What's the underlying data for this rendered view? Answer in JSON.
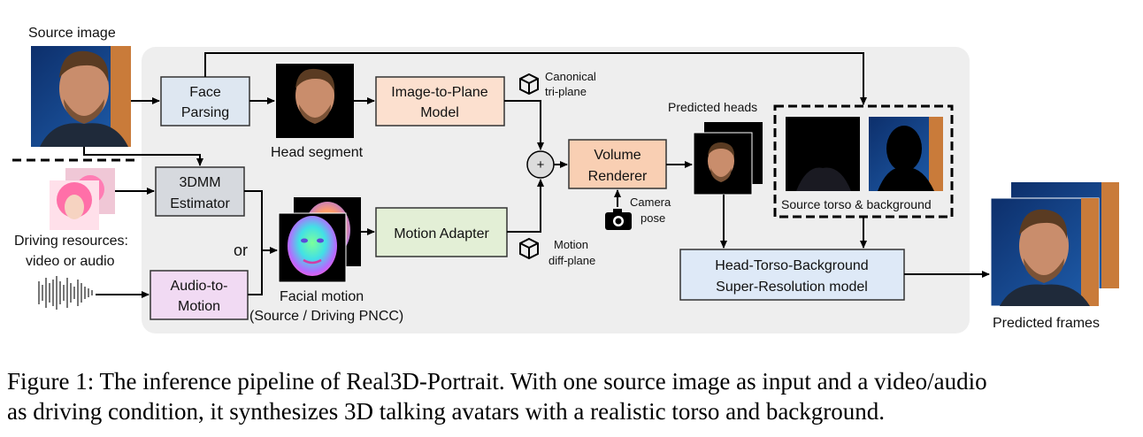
{
  "labels": {
    "source_image": "Source image",
    "head_segment": "Head segment",
    "canonical_1": "Canonical",
    "canonical_2": "tri-plane",
    "predicted_heads": "Predicted heads",
    "camera_1": "Camera",
    "camera_2": "pose",
    "motion_1": "Motion",
    "motion_2": "diff-plane",
    "driving_1": "Driving resources:",
    "driving_2": "video or audio",
    "or": "or",
    "facial_1": "Facial motion",
    "facial_2": "(Source / Driving PNCC)",
    "source_torso": "Source torso & background",
    "predicted_frames": "Predicted frames",
    "plus": "+"
  },
  "boxes": {
    "face_parsing_1": "Face",
    "face_parsing_2": "Parsing",
    "image_to_plane_1": "Image-to-Plane",
    "image_to_plane_2": "Model",
    "volume_renderer_1": "Volume",
    "volume_renderer_2": "Renderer",
    "estimator_1": "3DMM",
    "estimator_2": "Estimator",
    "motion_adapter": "Motion Adapter",
    "audio_to_motion_1": "Audio-to-",
    "audio_to_motion_2": "Motion",
    "htb_sr_1": "Head-Torso-Background",
    "htb_sr_2": "Super-Resolution model"
  },
  "colors": {
    "panel": "#eeeeee",
    "face_parsing": "#dee7f1",
    "image_to_plane": "#fce0cf",
    "volume_renderer": "#f9cfb3",
    "estimator": "#d6d9de",
    "motion_adapter": "#e3efd6",
    "audio_to_motion": "#f1daf3",
    "htb_sr": "#dee9f7",
    "box_border": "#333333"
  },
  "caption": {
    "line1": "Figure 1: The inference pipeline of Real3D-Portrait. With one source image as input and a video/audio",
    "line2": "as driving condition, it synthesizes 3D talking avatars with a realistic torso and background."
  }
}
